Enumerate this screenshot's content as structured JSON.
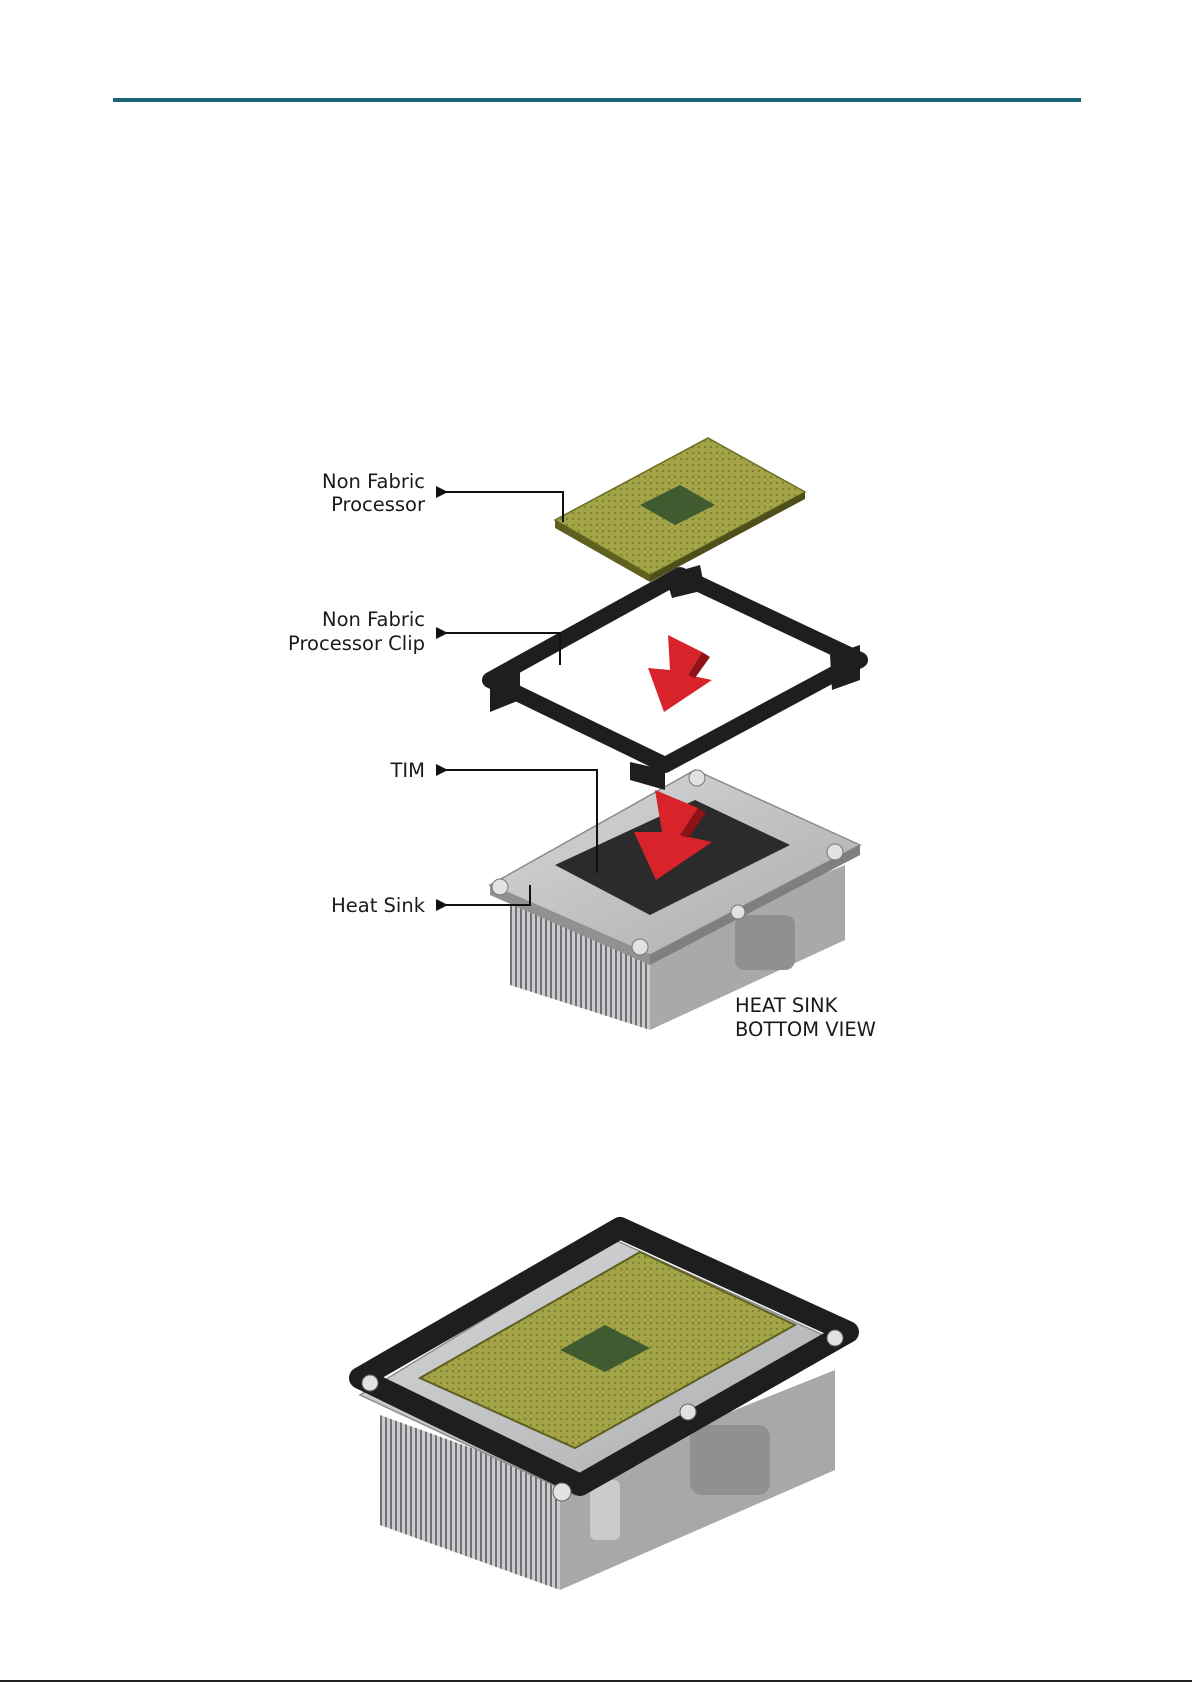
{
  "labels": {
    "processor_line1": "Non Fabric",
    "processor_line2": "Processor",
    "clip_line1": "Non Fabric",
    "clip_line2": "Processor Clip",
    "tim": "TIM",
    "heat_sink": "Heat Sink",
    "view_line1": "HEAT SINK",
    "view_line2": "BOTTOM VIEW"
  },
  "colors": {
    "rule": "#1d6376",
    "arrow_red": "#d8232a",
    "cpu_green": "#9c9c43",
    "clip_black": "#1e1e1e",
    "heatsink_metal": "#b7b9bb",
    "tim_dark": "#2b2b2b"
  },
  "icons": {
    "down_arrow_1": "red-down-arrow-icon",
    "down_arrow_2": "red-down-arrow-icon"
  }
}
